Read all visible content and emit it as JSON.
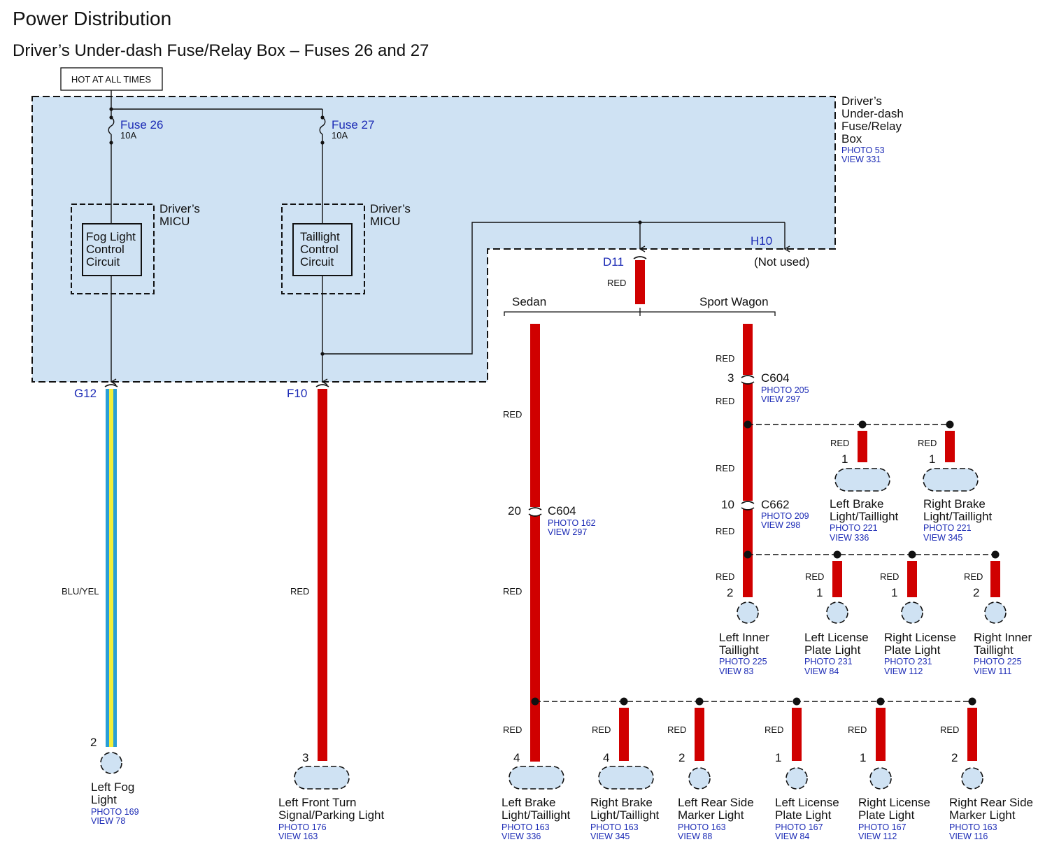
{
  "title": "Power Distribution",
  "subtitle": "Driver’s Under-dash Fuse/Relay Box – Fuses 26 and 27",
  "hot_label": "HOT AT ALL TIMES",
  "fuse_box": {
    "label": [
      "Driver’s",
      "Under-dash",
      "Fuse/Relay",
      "Box"
    ],
    "photo": "PHOTO 53",
    "view": "VIEW 331"
  },
  "fuses": [
    {
      "name": "Fuse 26",
      "rating": "10A"
    },
    {
      "name": "Fuse 27",
      "rating": "10A"
    }
  ],
  "micu": [
    {
      "label": [
        "Driver’s",
        "MICU"
      ],
      "circuit": [
        "Fog Light",
        "Control",
        "Circuit"
      ]
    },
    {
      "label": [
        "Driver’s",
        "MICU"
      ],
      "circuit": [
        "Taillight",
        "Control",
        "Circuit"
      ]
    }
  ],
  "terminals": {
    "g12": "G12",
    "f10": "F10",
    "d11": "D11",
    "h10": "H10",
    "h10_note": "(Not used)"
  },
  "variants": {
    "sedan": "Sedan",
    "wagon": "Sport Wagon"
  },
  "wires": {
    "red": "RED",
    "bluyel": "BLU/YEL"
  },
  "connectors": [
    {
      "name": "C604",
      "pin": "20",
      "photo": "PHOTO 162",
      "view": "VIEW 297"
    },
    {
      "name": "C604",
      "pin": "3",
      "photo": "PHOTO 205",
      "view": "VIEW 297"
    },
    {
      "name": "C662",
      "pin": "10",
      "photo": "PHOTO 209",
      "view": "VIEW 298"
    }
  ],
  "fog": {
    "pin": "2",
    "name": [
      "Left Fog",
      "Light"
    ],
    "photo": "PHOTO 169",
    "view": "VIEW 78"
  },
  "front_turn": {
    "pin": "3",
    "name": [
      "Left Front Turn",
      "Signal/Parking Light"
    ],
    "photo": "PHOTO 176",
    "view": "VIEW 163"
  },
  "sedan_loads": [
    {
      "pin": "4",
      "name": [
        "Left Brake",
        "Light/Taillight"
      ],
      "photo": "PHOTO 163",
      "view": "VIEW 336"
    },
    {
      "pin": "4",
      "name": [
        "Right Brake",
        "Light/Taillight"
      ],
      "photo": "PHOTO 163",
      "view": "VIEW 345"
    },
    {
      "pin": "2",
      "name": [
        "Left Rear Side",
        "Marker Light"
      ],
      "photo": "PHOTO 163",
      "view": "VIEW 88"
    },
    {
      "pin": "1",
      "name": [
        "Left License",
        "Plate Light"
      ],
      "photo": "PHOTO 167",
      "view": "VIEW 84"
    },
    {
      "pin": "1",
      "name": [
        "Right License",
        "Plate Light"
      ],
      "photo": "PHOTO 167",
      "view": "VIEW 112"
    },
    {
      "pin": "2",
      "name": [
        "Right Rear Side",
        "Marker Light"
      ],
      "photo": "PHOTO 163",
      "view": "VIEW 116"
    }
  ],
  "wagon_upper": [
    {
      "pin": "1",
      "name": [
        "Left Brake",
        "Light/Taillight"
      ],
      "photo": "PHOTO 221",
      "view": "VIEW 336"
    },
    {
      "pin": "1",
      "name": [
        "Right Brake",
        "Light/Taillight"
      ],
      "photo": "PHOTO 221",
      "view": "VIEW 345"
    }
  ],
  "wagon_lower": [
    {
      "pin": "2",
      "name": [
        "Left Inner",
        "Taillight"
      ],
      "photo": "PHOTO 225",
      "view": "VIEW 83"
    },
    {
      "pin": "1",
      "name": [
        "Left License",
        "Plate Light"
      ],
      "photo": "PHOTO 231",
      "view": "VIEW 84"
    },
    {
      "pin": "1",
      "name": [
        "Right License",
        "Plate Light"
      ],
      "photo": "PHOTO 231",
      "view": "VIEW 112"
    },
    {
      "pin": "2",
      "name": [
        "Right Inner",
        "Taillight"
      ],
      "photo": "PHOTO 225",
      "view": "VIEW 111"
    }
  ],
  "colors": {
    "fill": "#cfe2f3",
    "red_wire": "#d00000",
    "blu_wire": "#2a9fd6",
    "yel_wire": "#f2ef3a",
    "ref_blue": "#1b2ab5"
  }
}
